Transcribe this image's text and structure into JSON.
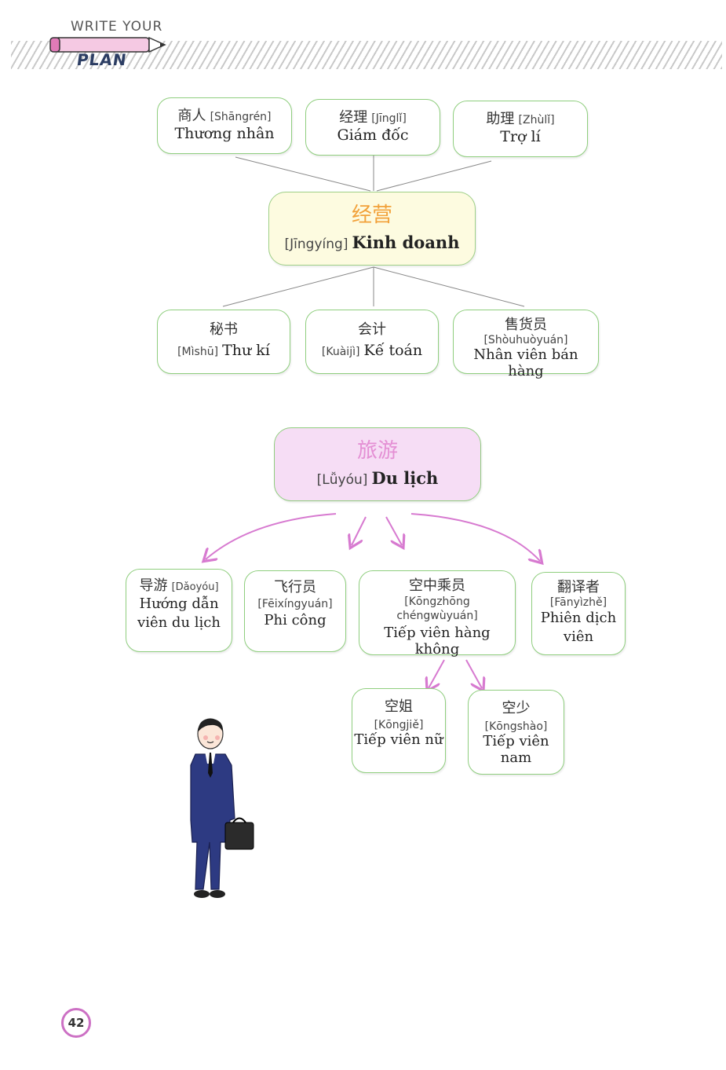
{
  "header": {
    "write_your": "WRITE YOUR",
    "plan": "PLAN"
  },
  "business": {
    "center": {
      "zh": "经营",
      "pinyin": "[Jīngyíng]",
      "vi": "Kinh doanh"
    },
    "top": [
      {
        "zh": "商人",
        "pinyin": "[Shāngrén]",
        "vi": "Thương nhân"
      },
      {
        "zh": "经理",
        "pinyin": "[Jīnglǐ]",
        "vi": "Giám đốc"
      },
      {
        "zh": "助理",
        "pinyin": "[Zhùlǐ]",
        "vi": "Trợ lí"
      }
    ],
    "bottom": [
      {
        "zh": "秘书",
        "pinyin": "[Mìshū]",
        "vi": "Thư kí"
      },
      {
        "zh": "会计",
        "pinyin": "[Kuàijì]",
        "vi": "Kế toán"
      },
      {
        "zh": "售货员",
        "pinyin": "[Shòuhuòyuán]",
        "vi": "Nhân viên bán hàng"
      }
    ]
  },
  "travel": {
    "center": {
      "zh": "旅游",
      "pinyin": "[Lǚyóu]",
      "vi": "Du lịch"
    },
    "items": [
      {
        "zh": "导游",
        "pinyin": "[Dǎoyóu]",
        "vi": "Hướng dẫn viên du lịch"
      },
      {
        "zh": "飞行员",
        "pinyin": "[Fēixíngyuán]",
        "vi": "Phi công"
      },
      {
        "zh": "空中乘员",
        "pinyin": "[Kōngzhōng chéngwùyuán]",
        "vi": "Tiếp viên hàng không"
      },
      {
        "zh": "翻译者",
        "pinyin": "[Fānyìzhě]",
        "vi": "Phiên dịch viên"
      }
    ],
    "sub": [
      {
        "zh": "空姐",
        "pinyin": "[Kōngjiě]",
        "vi": "Tiếp viên nữ"
      },
      {
        "zh": "空少",
        "pinyin": "[Kōngshào]",
        "vi": "Tiếp viên nam"
      }
    ]
  },
  "page_number": "42",
  "colors": {
    "node_border": "#8fce7e",
    "business_fill": "#fdfbe0",
    "travel_fill": "#f6ddf5",
    "arrow": "#d77ad0"
  },
  "illustration": "businessman-with-briefcase"
}
